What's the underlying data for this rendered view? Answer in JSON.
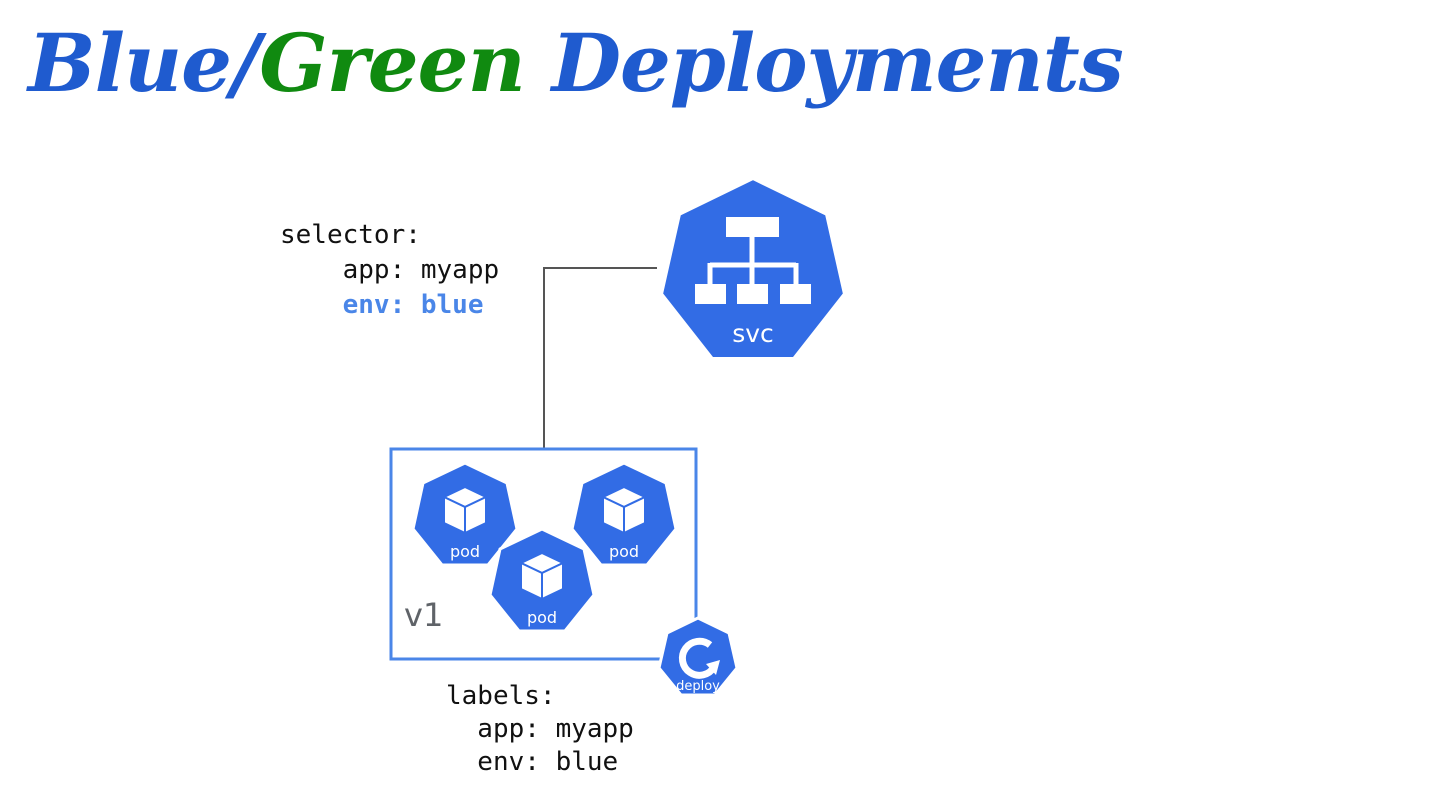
{
  "title": {
    "part_blue_1": "Blue/",
    "part_green": "Green",
    "part_blue_2": " Deployments"
  },
  "colors": {
    "k8s_blue": "#326ce5",
    "title_blue": "#1f5bcf",
    "title_green": "#108a10",
    "highlight_blue": "#4a86e8",
    "connector": "#555555"
  },
  "service": {
    "label": "svc",
    "icon": "network-hierarchy-icon"
  },
  "selector": {
    "heading": "selector:",
    "app_line": "    app: myapp",
    "env_line": "    env: blue"
  },
  "deployment": {
    "version_label": "v1",
    "deploy_label": "deploy",
    "deploy_icon": "rotate-arrow-icon",
    "pods": [
      {
        "label": "pod",
        "icon": "cube-icon"
      },
      {
        "label": "pod",
        "icon": "cube-icon"
      },
      {
        "label": "pod",
        "icon": "cube-icon"
      }
    ]
  },
  "labels": {
    "heading": "labels:",
    "app_line": "  app: myapp",
    "env_line": "  env: blue"
  }
}
